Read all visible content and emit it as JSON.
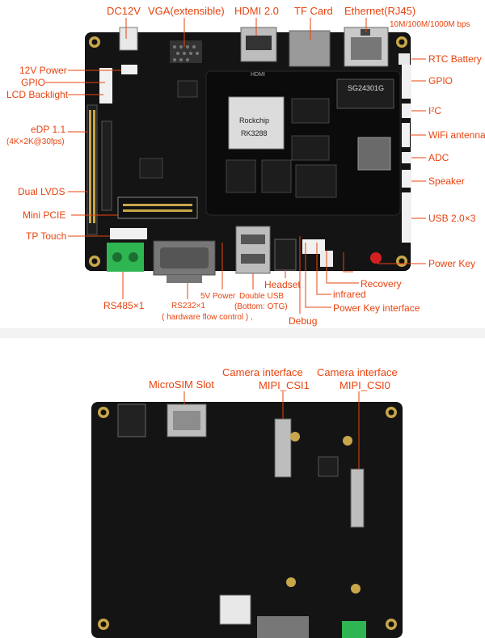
{
  "top_labels": {
    "dc12v": "DC12V",
    "vga": "VGA(extensible)",
    "hdmi": "HDMI 2.0",
    "tf_card": "TF Card",
    "ethernet": "Ethernet(RJ45)",
    "ethernet_speed": "10M/100M/1000M bps"
  },
  "left_labels": {
    "power_12v": "12V Power",
    "gpio": "GPIO",
    "lcd_backlight": "LCD Backlight",
    "edp": "eDP 1.1",
    "edp_res": "(4K×2K@30fps)",
    "dual_lvds": "Dual LVDS",
    "mini_pcie": "Mini PCIE",
    "tp_touch": "TP Touch"
  },
  "right_labels": {
    "rtc_battery": "RTC Battery",
    "gpio": "GPIO",
    "i2c": "I²C",
    "wifi_antenna": "WiFi antenna",
    "adc": "ADC",
    "speaker": "Speaker",
    "usb": "USB 2.0×3",
    "power_key": "Power Key"
  },
  "bottom_labels": {
    "rs485": "RS485×1",
    "rs232": "RS232×1",
    "rs232_note": "( hardware flow control ) ,",
    "power_5v": "5V Power",
    "double_usb": "Double USB",
    "double_usb_note": "(Bottom: OTG)",
    "headset": "Headset",
    "debug": "Debug",
    "infrared": "infrared",
    "recovery": "Recovery",
    "power_key_interface": "Power Key interface"
  },
  "back_labels": {
    "microsim": "MicroSIM Slot",
    "cam1_title": "Camera interface",
    "cam1_port": "MIPI_CSI1",
    "cam0_title": "Camera interface",
    "cam0_port": "MIPI_CSI0"
  },
  "chip_text": {
    "soc_brand": "Rockchip",
    "soc_model": "RK3288",
    "pmic": "SG24301G",
    "hdmi_silk": "HDMI"
  },
  "colors": {
    "label": "#e8430f",
    "board": "#141414",
    "connector_white": "#f1f1f1",
    "terminal_green": "#2fb552"
  }
}
